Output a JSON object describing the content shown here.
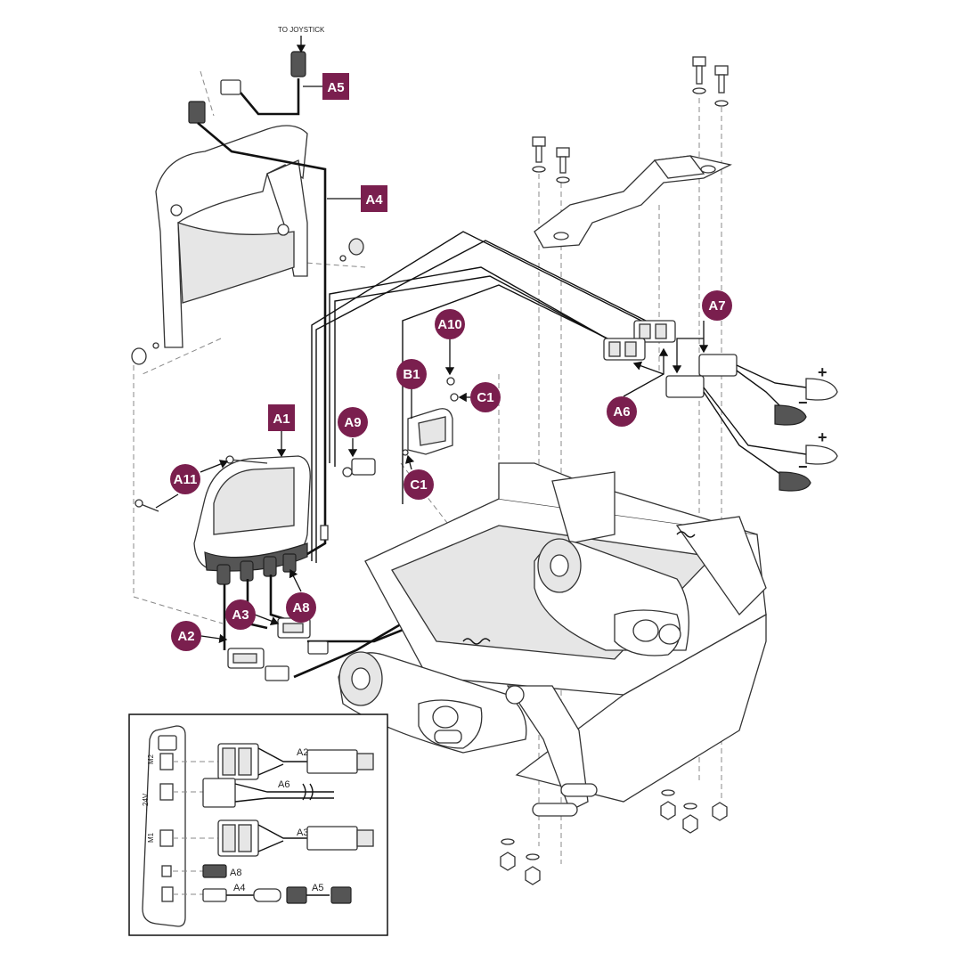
{
  "diagram": {
    "top_label": "TO JOYSTICK",
    "accent_color": "#7a1f4e",
    "callouts": {
      "A1": "A1",
      "A2": "A2",
      "A3": "A3",
      "A4": "A4",
      "A5": "A5",
      "A6_left": "A6",
      "A7": "A7",
      "A8": "A8",
      "A9": "A9",
      "A10": "A10",
      "A11": "A11",
      "B1": "B1",
      "C1_upper": "C1",
      "C1_lower": "C1"
    },
    "battery_signs": {
      "plus_upper": "+",
      "minus_upper": "−",
      "plus_lower": "+",
      "minus_lower": "−"
    }
  },
  "inset": {
    "port_labels": {
      "m2": "M2",
      "v24": "24V",
      "m1": "M1"
    },
    "harness_labels": {
      "a2": "A2",
      "a6": "A6",
      "a3": "A3",
      "a8": "A8",
      "a4": "A4",
      "a5": "A5"
    }
  }
}
